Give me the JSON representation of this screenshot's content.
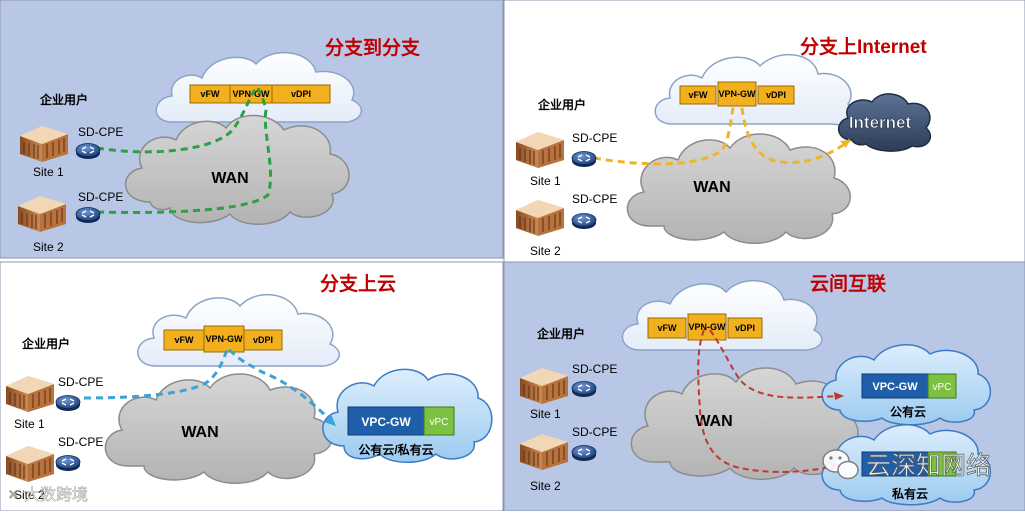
{
  "panels": {
    "branch_to_branch": {
      "title": "分支到分支",
      "user_label": "企业用户",
      "cpe1": "SD-CPE",
      "cpe2": "SD-CPE",
      "site1": "Site 1",
      "site2": "Site 2",
      "wan": "WAN",
      "vnf": [
        "vFW",
        "VPN-GW",
        "vDPI"
      ]
    },
    "branch_to_internet": {
      "title": "分支上Internet",
      "user_label": "企业用户",
      "cpe1": "SD-CPE",
      "cpe2": "SD-CPE",
      "site1": "Site 1",
      "site2": "Site 2",
      "wan": "WAN",
      "vnf": [
        "vFW",
        "VPN-GW",
        "vDPI"
      ],
      "internet": "Internet"
    },
    "branch_to_cloud": {
      "title": "分支上云",
      "user_label": "企业用户",
      "cpe1": "SD-CPE",
      "cpe2": "SD-CPE",
      "site1": "Site 1",
      "site2": "Site 2",
      "wan": "WAN",
      "vnf": [
        "vFW",
        "VPN-GW",
        "vDPI"
      ],
      "vpc_gw": "VPC-GW",
      "vpc": "vPC",
      "cloud_label": "公有云/私有云"
    },
    "cloud_interconnect": {
      "title": "云间互联",
      "user_label": "企业用户",
      "cpe1": "SD-CPE",
      "cpe2": "SD-CPE",
      "site1": "Site 1",
      "site2": "Site 2",
      "wan": "WAN",
      "vnf": [
        "vFW",
        "VPN-GW",
        "vDPI"
      ],
      "public_vpc_gw": "VPC-GW",
      "public_vpc": "vPC",
      "public_label": "公有云",
      "private_label": "私有云"
    }
  },
  "watermarks": {
    "top": "云深知网络",
    "bottom": "大数跨境"
  },
  "colors": {
    "panel_blue": "#b9c7e6",
    "title_red": "#c00000",
    "vnf_orange": "#f2b01e",
    "path_green": "#2ea043",
    "path_orange": "#f0b429",
    "path_blue": "#3aa3d8",
    "path_red": "#c0392b"
  }
}
